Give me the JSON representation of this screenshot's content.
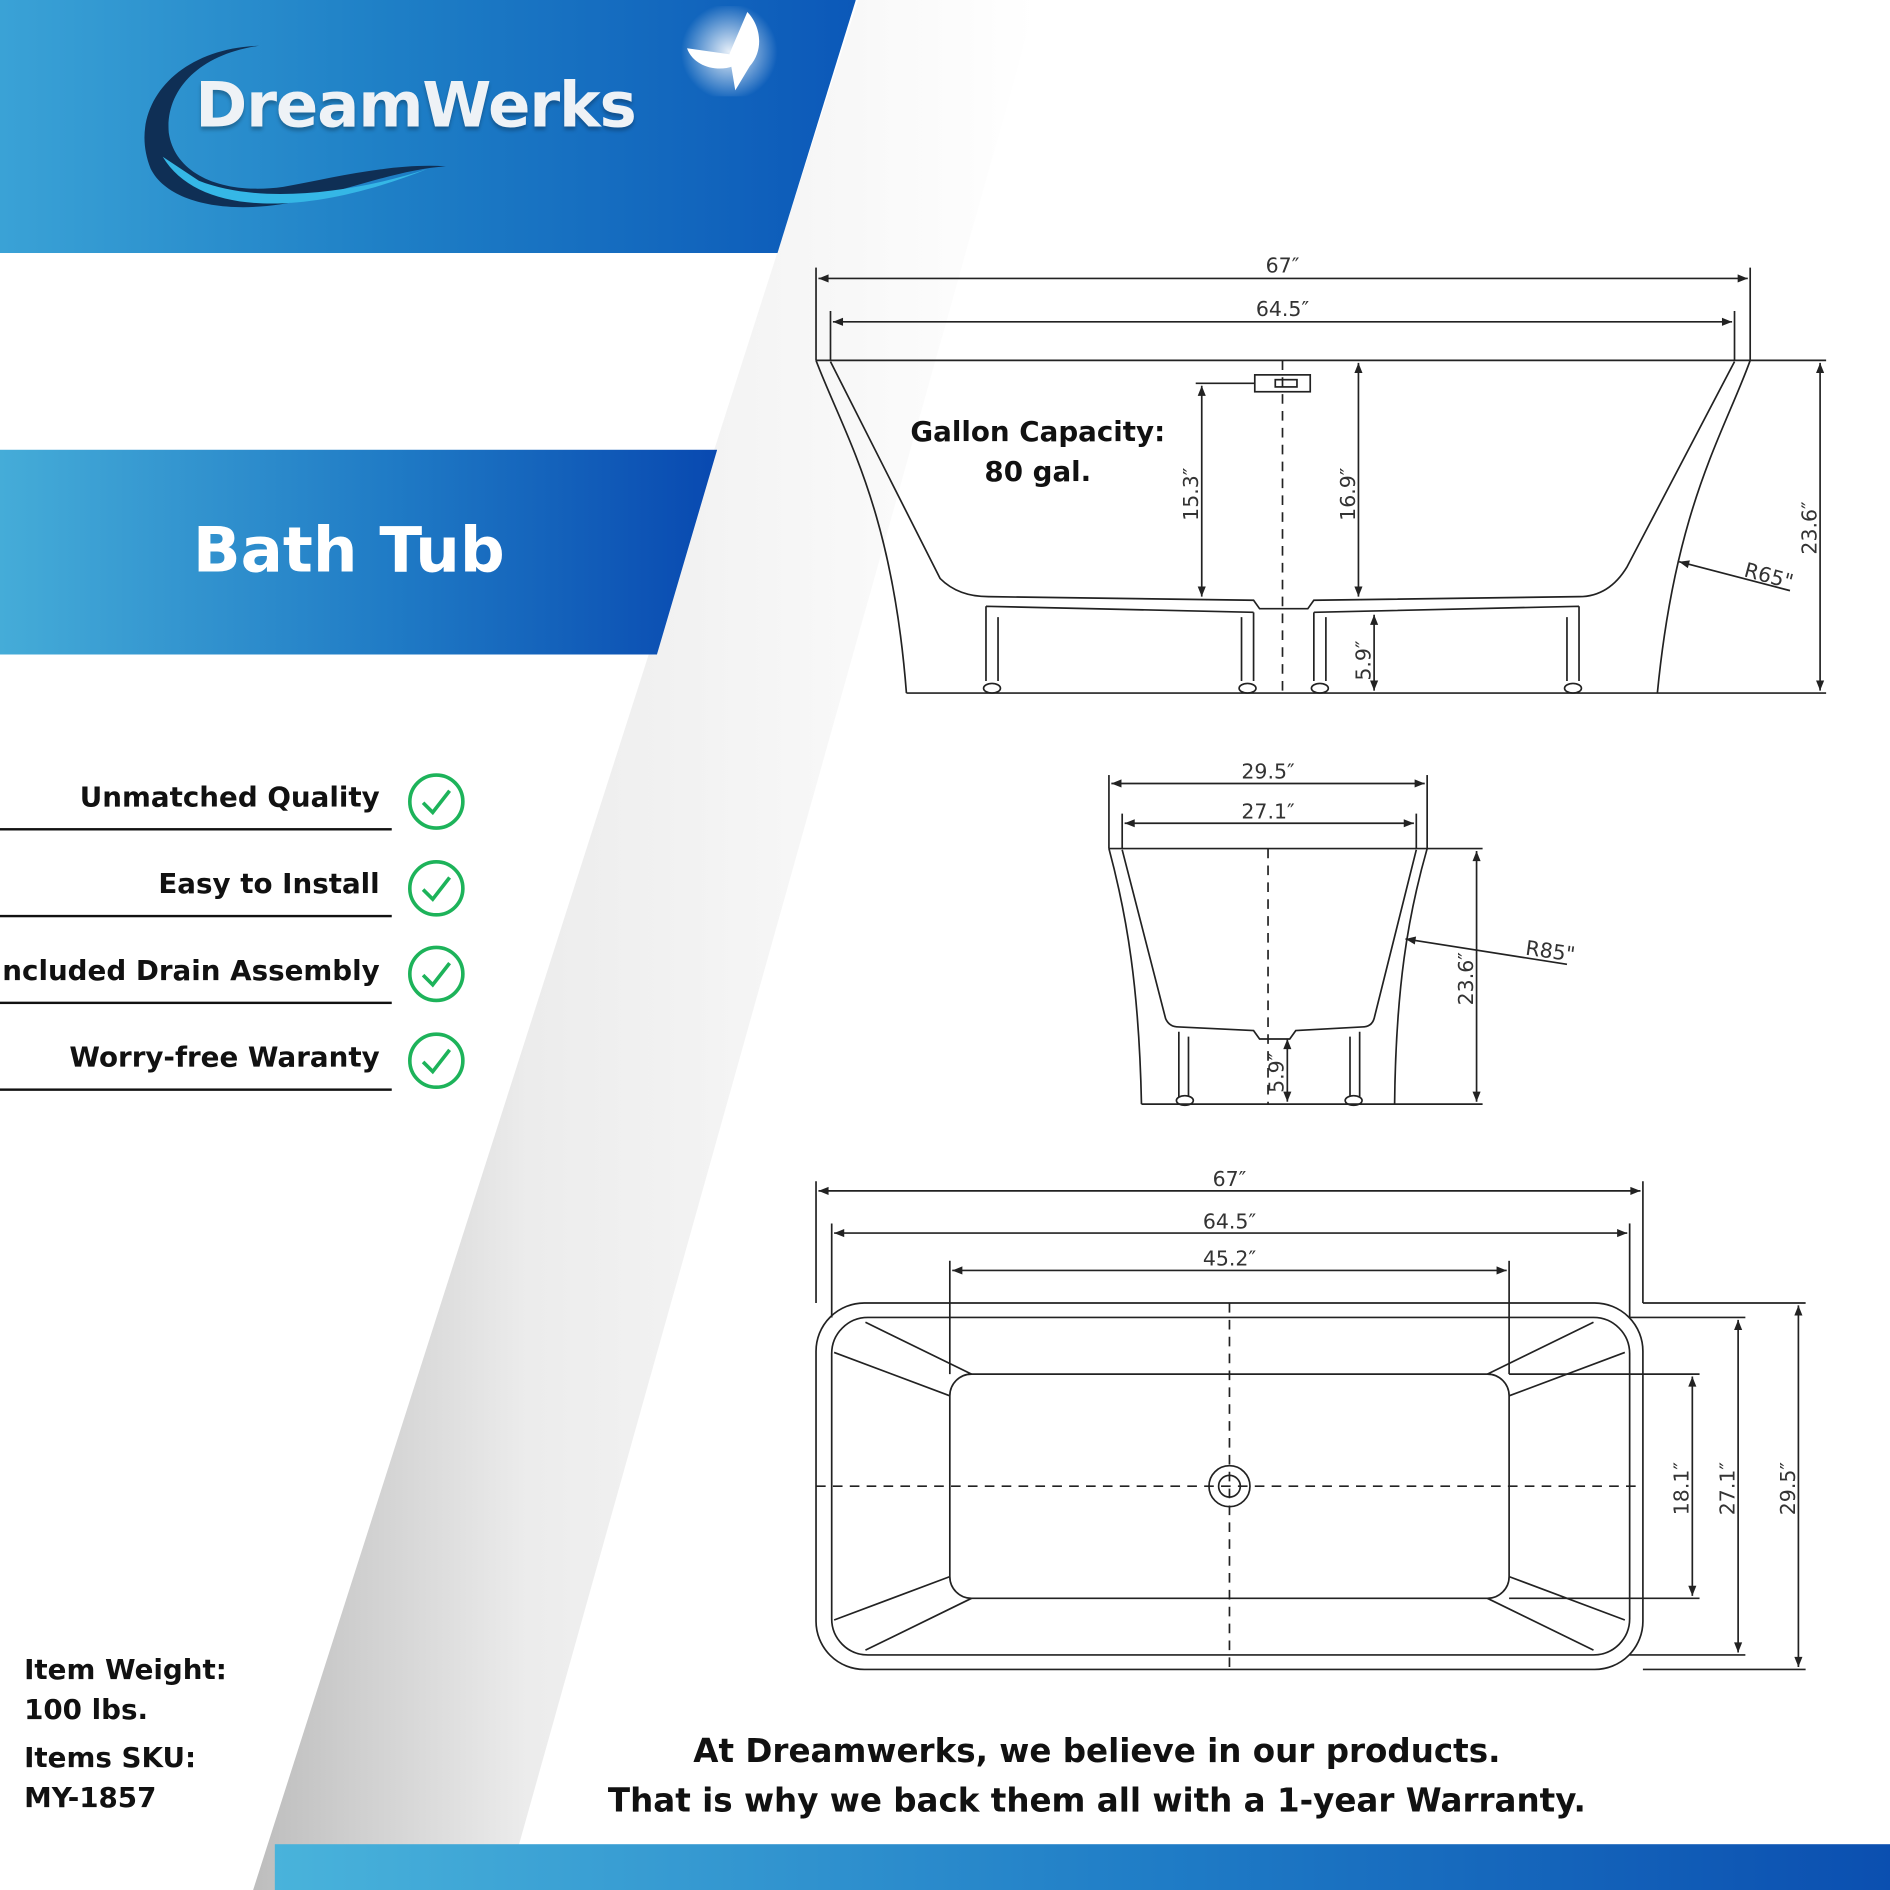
{
  "brand": {
    "name": "DreamWerks",
    "logo_icon": "wave-swoosh-icon",
    "decoration_icon": "butterfly-icon",
    "accent_color": "#0b57b8",
    "light_accent_color": "#3aa2d6",
    "check_color": "#1db35a"
  },
  "title": "Bath Tub",
  "features": [
    {
      "label": "Unmatched Quality",
      "icon": "check-circle-icon"
    },
    {
      "label": "Easy to Install",
      "icon": "check-circle-icon"
    },
    {
      "label": "Included Drain Assembly",
      "icon": "check-circle-icon"
    },
    {
      "label": "Worry-free Waranty",
      "icon": "check-circle-icon"
    }
  ],
  "specs": {
    "weight_label": "Item Weight:",
    "weight_value": "100 lbs.",
    "sku_label": "Items SKU:",
    "sku_value": "MY-1857"
  },
  "capacity": {
    "label": "Gallon Capacity:",
    "value": "80 gal."
  },
  "side_view": {
    "overall_length": "67″",
    "inner_length": "64.5″",
    "overflow_height": "15.3″",
    "interior_depth": "16.9″",
    "leg_height": "5.9″",
    "total_height": "23.6″",
    "radius": "R65\""
  },
  "end_view": {
    "overall_width": "29.5″",
    "inner_width": "27.1″",
    "total_height": "23.6″",
    "leg_height": "5.9″",
    "radius": "R85\""
  },
  "top_view": {
    "overall_length": "67″",
    "inner_length": "64.5″",
    "basin_length": "45.2″",
    "basin_width": "18.1″",
    "inner_width": "27.1″",
    "overall_width": "29.5″"
  },
  "tagline": {
    "line1": "At Dreamwerks, we believe in our products.",
    "line2": "That is why we back them all with a 1-year Warranty."
  }
}
